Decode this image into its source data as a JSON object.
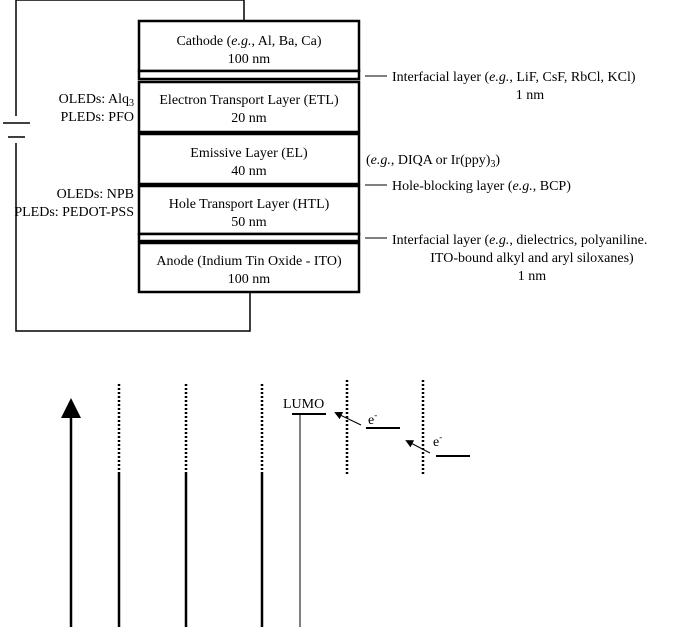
{
  "layers": {
    "cathode": {
      "name": "Cathode (",
      "eg": "e.g.",
      "rest": ", Al, Ba, Ca)",
      "thickness": "100 nm"
    },
    "etl": {
      "name": "Electron Transport Layer (ETL)",
      "thickness": "20 nm"
    },
    "el": {
      "name": "Emissive Layer (EL)",
      "thickness": "40 nm"
    },
    "htl": {
      "name": "Hole Transport Layer (HTL)",
      "thickness": "50 nm"
    },
    "anode": {
      "name": "Anode (Indium Tin Oxide - ITO)",
      "thickness": "100 nm"
    }
  },
  "left_labels": {
    "etl_oled_prefix": "OLEDs: Alq",
    "etl_oled_sub": "3",
    "etl_pled": "PLEDs: PFO",
    "htl_oled": "OLEDs: NPB",
    "htl_pled": "PLEDs: PEDOT-PSS"
  },
  "right_labels": {
    "interfacial_top": {
      "open": "Interfacial layer (",
      "eg": "e.g.",
      "rest": ", LiF, CsF, RbCl, KCl)",
      "thickness": "1 nm"
    },
    "emitter": {
      "open": "(",
      "eg": "e.g.",
      "rest": ", DIQA or Ir(ppy)",
      "sub": "3",
      "close": ")"
    },
    "hole_blocking": {
      "open": "Hole-blocking layer (",
      "eg": "e.g.",
      "rest": ", BCP)"
    },
    "interfacial_bottom": {
      "open": "Interfacial layer (",
      "eg": "e.g.",
      "rest": ", dielectrics, polyaniline.",
      "line2": "ITO-bound alkyl and aryl siloxanes)",
      "thickness": "1 nm"
    }
  },
  "energy_diagram": {
    "lumo_label": "LUMO",
    "electron_label_1": "e",
    "electron_label_2": "e",
    "electron_sup": "-"
  }
}
